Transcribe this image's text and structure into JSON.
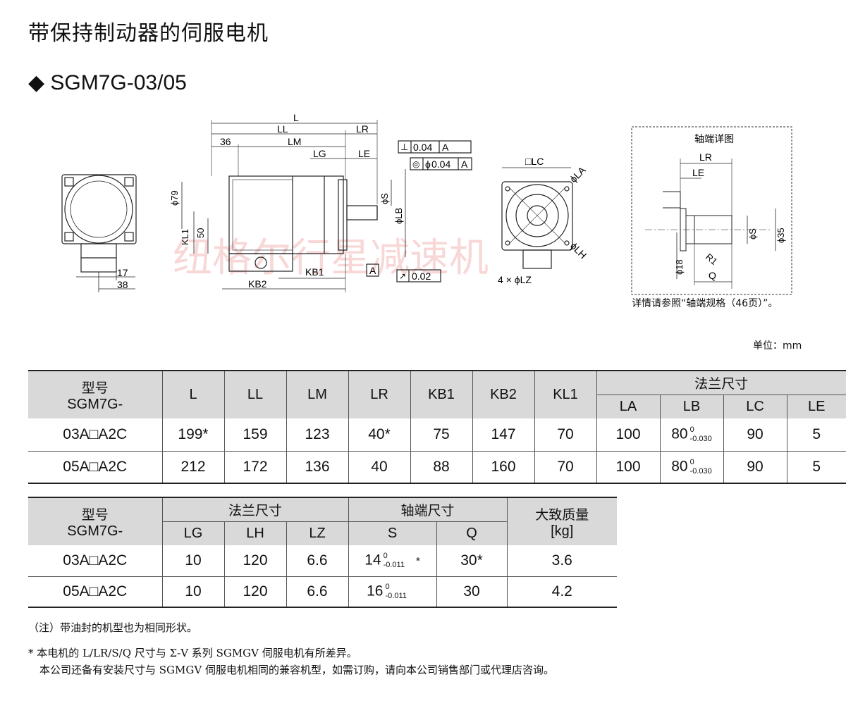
{
  "page_title": "带保持制动器的伺服电机",
  "model_heading": "◆  SGM7G-03/05",
  "drawing": {
    "side": {
      "d79": "ϕ79",
      "kl1": "KL1",
      "v50": "50",
      "h17": "17",
      "h38": "38"
    },
    "main": {
      "L": "L",
      "LL": "LL",
      "LR": "LR",
      "v36": "36",
      "LM": "LM",
      "LG": "LG",
      "LE": "LE",
      "perp_tol": "0.04",
      "conc_tol": "0.04",
      "datum": "A",
      "runout_tol": "0.02",
      "S": "ϕS",
      "LB": "ϕLB",
      "KL1": "KL1",
      "v50": "50",
      "d79": "ϕ79",
      "KB1": "KB1",
      "KB2": "KB2"
    },
    "front": {
      "LC": "□LC",
      "LA": "ϕLA",
      "LH": "ϕLH",
      "LZ": "4 × ϕLZ"
    },
    "shaft": {
      "title": "轴端详图",
      "LR": "LR",
      "LE": "LE",
      "S": "ϕS",
      "d35": "ϕ35",
      "d18": "ϕ18",
      "R1": "R1",
      "Q": "Q",
      "note": "详情请参照“轴端规格（46页）”。"
    },
    "watermark": "纽格尔行星减速机"
  },
  "unit_label": "单位：mm",
  "table1": {
    "model_label_1": "型号",
    "model_label_2": "SGM7G-",
    "flange_group": "法兰尺寸",
    "headers": [
      "L",
      "LL",
      "LM",
      "LR",
      "KB1",
      "KB2",
      "KL1"
    ],
    "flange_headers": [
      "LA",
      "LB",
      "LC",
      "LE"
    ],
    "rows": [
      {
        "model": "03A□A2C",
        "L": "199*",
        "LL": "159",
        "LM": "123",
        "LR": "40*",
        "KB1": "75",
        "KB2": "147",
        "KL1": "70",
        "LA": "100",
        "LB": "80",
        "LB_tol_upper": "0",
        "LB_tol_lower": "-0.030",
        "LC": "90",
        "LE": "5"
      },
      {
        "model": "05A□A2C",
        "L": "212",
        "LL": "172",
        "LM": "136",
        "LR": "40",
        "KB1": "88",
        "KB2": "160",
        "KL1": "70",
        "LA": "100",
        "LB": "80",
        "LB_tol_upper": "0",
        "LB_tol_lower": "-0.030",
        "LC": "90",
        "LE": "5"
      }
    ]
  },
  "table2": {
    "model_label_1": "型号",
    "model_label_2": "SGM7G-",
    "flange_group": "法兰尺寸",
    "shaft_group": "轴端尺寸",
    "mass_label_1": "大致质量",
    "mass_label_2": "[kg]",
    "headers": [
      "LG",
      "LH",
      "LZ",
      "S",
      "Q"
    ],
    "rows": [
      {
        "model": "03A□A2C",
        "LG": "10",
        "LH": "120",
        "LZ": "6.6",
        "S": "14",
        "S_tol_upper": "0",
        "S_tol_lower": "-0.011",
        "S_mark": "*",
        "Q": "30*",
        "mass": "3.6"
      },
      {
        "model": "05A□A2C",
        "LG": "10",
        "LH": "120",
        "LZ": "6.6",
        "S": "16",
        "S_tol_upper": "0",
        "S_tol_lower": "-0.011",
        "S_mark": "",
        "Q": "30",
        "mass": "4.2"
      }
    ]
  },
  "notes": {
    "note1": "（注）带油封的机型也为相同形状。",
    "note2": "* 本电机的 L/LR/S/Q 尺寸与 Σ-V 系列 SGMGV 伺服电机有所差异。",
    "note3": "本公司还备有安装尺寸与 SGMGV 伺服电机相同的兼容机型，如需订购，请向本公司销售部门或代理店咨询。"
  }
}
